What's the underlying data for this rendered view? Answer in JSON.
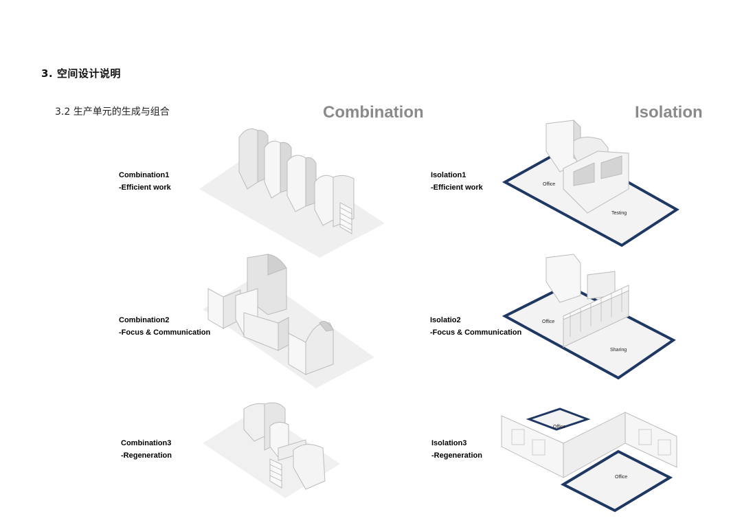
{
  "section_title": "3. 空间设计说明",
  "sub_title": "3.2 生产单元的生成与组合",
  "columns": {
    "combination": "Combination",
    "isolation": "Isolation"
  },
  "combination": [
    {
      "name": "Combination1",
      "desc": "-Efficient work"
    },
    {
      "name": "Combination2",
      "desc": "-Focus & Communication"
    },
    {
      "name": "Combination3",
      "desc": "-Regeneration"
    }
  ],
  "isolation": [
    {
      "name": "Isolation1",
      "desc": "-Efficient work",
      "zones": [
        "Office",
        "Testing"
      ]
    },
    {
      "name": "Isolatio2",
      "desc": "-Focus & Communication",
      "zones": [
        "Office",
        "Sharing"
      ]
    },
    {
      "name": "Isolation3",
      "desc": "-Regeneration",
      "zones": [
        "Office",
        "Office"
      ]
    }
  ],
  "colors": {
    "accent": "#1f3763",
    "heading_grey": "#8a8a8a",
    "unit_white": "#f7f7f7"
  }
}
